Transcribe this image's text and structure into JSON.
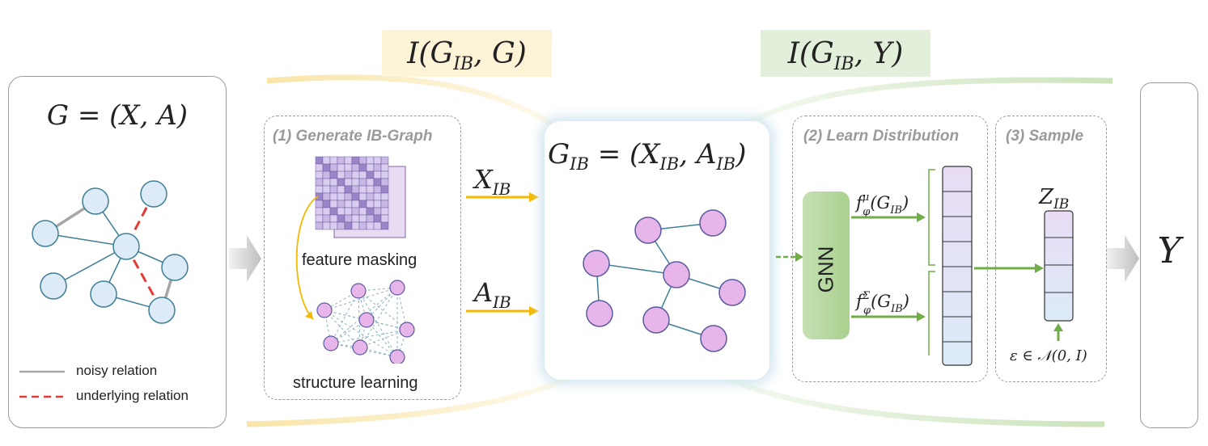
{
  "top_terms": {
    "left": "I(G_IB, G)",
    "right": "I(G_IB, Y)"
  },
  "input_graph": {
    "title": "G = (X, A)",
    "legend": [
      {
        "label": "noisy relation",
        "style": "gray-solid"
      },
      {
        "label": "underlying relation",
        "style": "red-dashed"
      }
    ]
  },
  "step1": {
    "title": "(1) Generate IB-Graph",
    "feature_label": "feature masking",
    "structure_label": "structure learning"
  },
  "arrows": {
    "x_ib": "X_IB",
    "a_ib": "A_IB"
  },
  "ib_graph": {
    "title": "G_IB = (X_IB, A_IB)"
  },
  "step2": {
    "title": "(2) Learn Distribution",
    "gnn_label": "GNN",
    "mu_label": "f_φ^μ(G_IB)",
    "sigma_label": "f_φ^Σ(G_IB)"
  },
  "step3": {
    "title": "(3) Sample",
    "z_label": "Z_IB",
    "noise_label": "ε ∈ N(0, I)"
  },
  "output": {
    "label": "Y"
  },
  "colors": {
    "node_blue": "#dcebf7",
    "node_pink": "#e7b5ea",
    "edge_blue": "#3f7f95",
    "red_dashed": "#e53935",
    "gnn_green": "#a9d18e",
    "arrow_orange": "#f5b800",
    "arrow_green": "#70ad47",
    "term_left_bg": "#fdf3d6",
    "term_right_bg": "#e2efda"
  }
}
